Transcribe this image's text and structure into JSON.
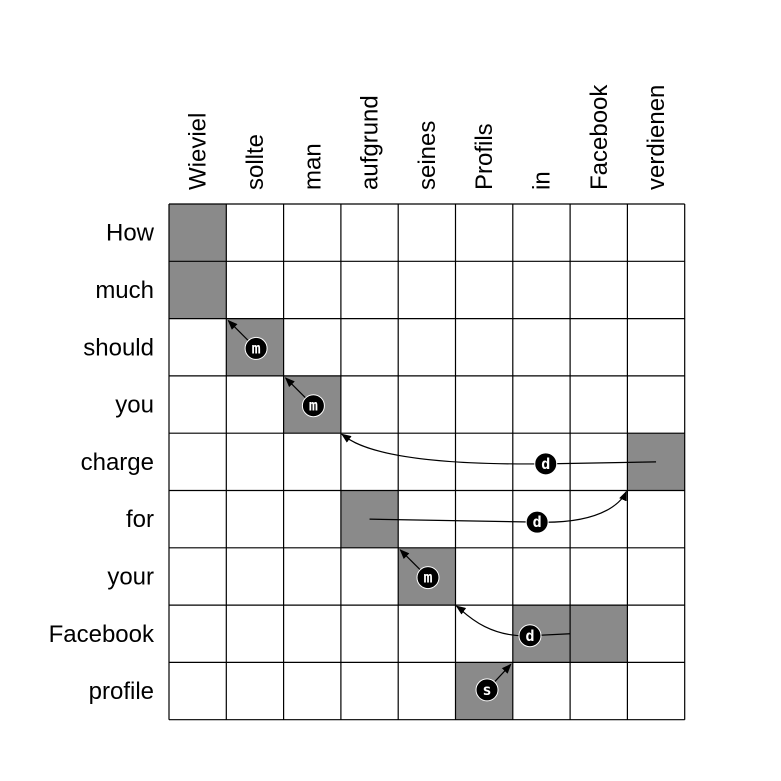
{
  "target_words": [
    "Wieviel",
    "sollte",
    "man",
    "aufgrund",
    "seines",
    "Profils",
    "in",
    "Facebook",
    "verdienen"
  ],
  "source_words": [
    "How",
    "much",
    "should",
    "you",
    "charge",
    "for",
    "your",
    "Facebook",
    "profile"
  ],
  "colors": {
    "cell_fill": "#8a8a8a",
    "grid_line": "#000000",
    "background": "#ffffff",
    "badge_fill": "#000000",
    "badge_text": "#ffffff"
  },
  "alignment_blocks": [
    {
      "col_start": 0,
      "col_end": 0,
      "row_start": 0,
      "row_end": 1
    },
    {
      "col_start": 1,
      "col_end": 1,
      "row_start": 2,
      "row_end": 2
    },
    {
      "col_start": 2,
      "col_end": 2,
      "row_start": 3,
      "row_end": 3
    },
    {
      "col_start": 8,
      "col_end": 8,
      "row_start": 4,
      "row_end": 4
    },
    {
      "col_start": 3,
      "col_end": 3,
      "row_start": 5,
      "row_end": 5
    },
    {
      "col_start": 4,
      "col_end": 4,
      "row_start": 6,
      "row_end": 6
    },
    {
      "col_start": 6,
      "col_end": 7,
      "row_start": 7,
      "row_end": 7
    },
    {
      "col_start": 5,
      "col_end": 5,
      "row_start": 8,
      "row_end": 8
    }
  ],
  "reorderings": [
    {
      "label": "m",
      "from": {
        "row": 2,
        "col": 1
      },
      "to": {
        "row": 1,
        "col": 0
      }
    },
    {
      "label": "m",
      "from": {
        "row": 3,
        "col": 2
      },
      "to": {
        "row": 2,
        "col": 1
      }
    },
    {
      "label": "d",
      "from": {
        "row": 4,
        "col": 8
      },
      "to": {
        "row": 3,
        "col": 2
      }
    },
    {
      "label": "d",
      "from": {
        "row": 5,
        "col": 3
      },
      "to": {
        "row": 4,
        "col": 8
      }
    },
    {
      "label": "m",
      "from": {
        "row": 6,
        "col": 4
      },
      "to": {
        "row": 5,
        "col": 3
      }
    },
    {
      "label": "d",
      "from": {
        "row": 7,
        "col": 6
      },
      "to": {
        "row": 6,
        "col": 4
      }
    },
    {
      "label": "s",
      "from": {
        "row": 8,
        "col": 5
      },
      "to": {
        "row": 7,
        "col": 6
      }
    }
  ]
}
